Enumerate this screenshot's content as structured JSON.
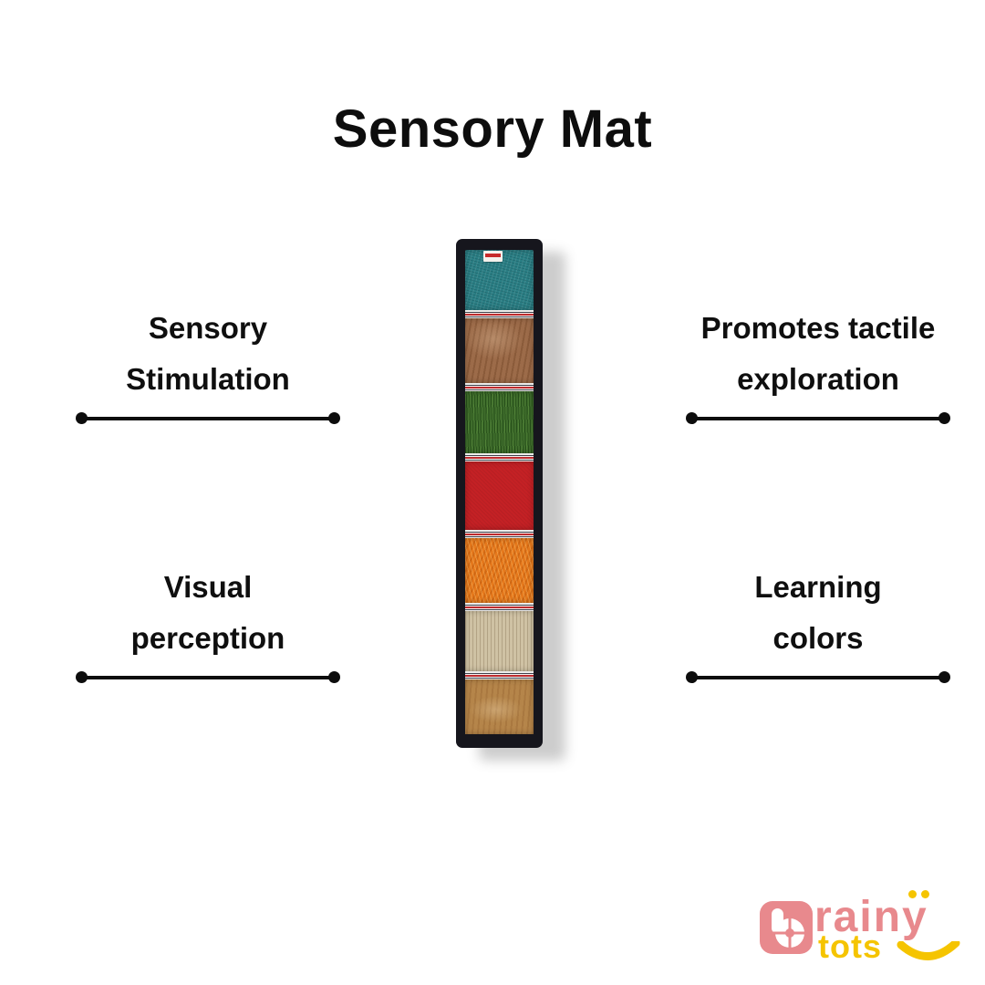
{
  "title": "Sensory Mat",
  "features": [
    {
      "id": "sensory-stimulation",
      "line1": "Sensory",
      "line2": "Stimulation"
    },
    {
      "id": "tactile-exploration",
      "line1": "Promotes tactile",
      "line2": "exploration"
    },
    {
      "id": "visual-perception",
      "line1": "Visual",
      "line2": "perception"
    },
    {
      "id": "learning-colors",
      "line1": "Learning",
      "line2": "colors"
    }
  ],
  "mat": {
    "border_color": "#16161d",
    "divider_colors": {
      "base": "#ececea",
      "red": "#bf2b2e",
      "dark": "#41414b"
    },
    "segments": [
      {
        "name": "teal-fabric",
        "color": "#2b7f85",
        "texture": "tx-teal",
        "height": 66
      },
      {
        "name": "brown-velvet",
        "color": "#9c6b49",
        "texture": "tx-brown",
        "height": 71
      },
      {
        "name": "grass-turf",
        "color": "#3f6d2c",
        "texture": "tx-grass",
        "height": 68
      },
      {
        "name": "red-felt",
        "color": "#c42125",
        "texture": "tx-red",
        "height": 75
      },
      {
        "name": "orange-fur",
        "color": "#e6791c",
        "texture": "tx-orange",
        "height": 71
      },
      {
        "name": "cream-corduroy",
        "color": "#cfc2a4",
        "texture": "tx-cream",
        "height": 66
      },
      {
        "name": "tan-velvet",
        "color": "#b5854a",
        "texture": "tx-tan",
        "height": 60
      }
    ]
  },
  "logo": {
    "brand_top": "rainy",
    "brand_bottom": "tots",
    "icon_letter": "b",
    "pink": "#e8898d",
    "yellow": "#f5c400"
  }
}
